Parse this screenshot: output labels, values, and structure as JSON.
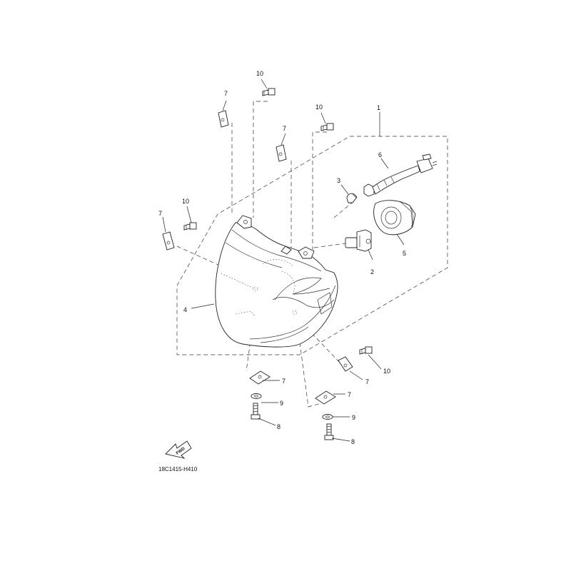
{
  "callouts": {
    "c1": "1",
    "c2": "2",
    "c3": "3",
    "c4": "4",
    "c5": "5",
    "c6": "6",
    "c7": "7",
    "c8": "8",
    "c9": "9",
    "c10": "10"
  },
  "diagram_code": "18C1415-H410",
  "fwd_label": "FWD",
  "colors": {
    "line": "#222222",
    "background": "#ffffff"
  }
}
